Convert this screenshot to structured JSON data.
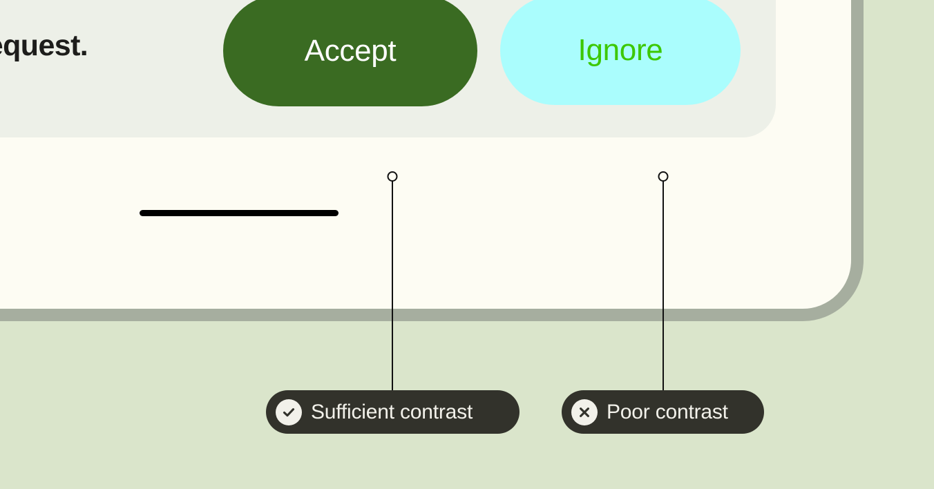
{
  "meta": {
    "scene": "accessibility-contrast-annotation",
    "background_color": "#dae5cb"
  },
  "card": {
    "background_color": "#fdfcf3",
    "border_color": "#a6ae9f"
  },
  "panels": {
    "background_color": "#edf0e8"
  },
  "message": {
    "text": "a request."
  },
  "actions": {
    "accept": {
      "label": "Accept",
      "background_color": "#3a6b22",
      "text_color": "#ffffff"
    },
    "ignore": {
      "label": "Ignore",
      "background_color": "#aafdfd",
      "text_color": "#3cc800"
    }
  },
  "home_indicator": {
    "color": "#000000"
  },
  "annotations": [
    {
      "id": "sufficient",
      "label": "Sufficient contrast",
      "icon": "check-circle-icon",
      "pill_color": "#32322b",
      "text_color": "#f2f1ea",
      "target": "Accept"
    },
    {
      "id": "poor",
      "label": "Poor contrast",
      "icon": "x-circle-icon",
      "pill_color": "#32322b",
      "text_color": "#f2f1ea",
      "target": "Ignore"
    }
  ]
}
